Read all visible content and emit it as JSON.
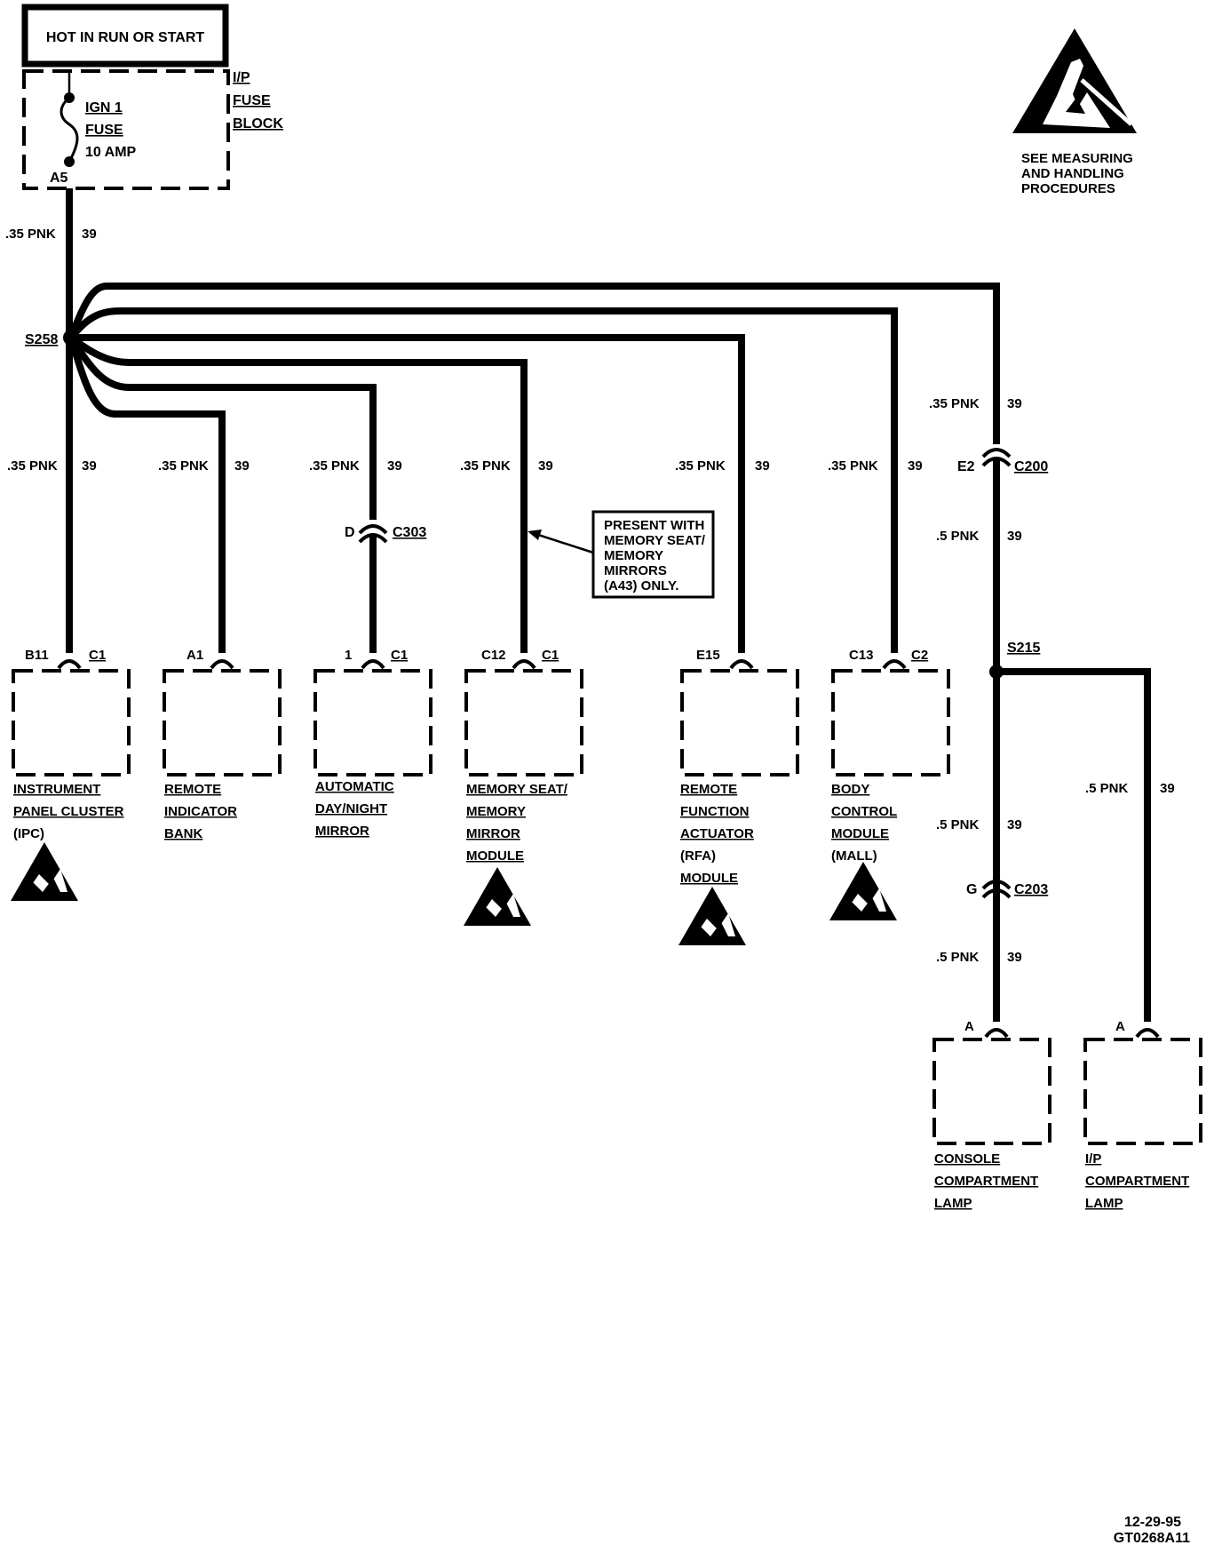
{
  "header": {
    "power_label": "HOT IN RUN OR START"
  },
  "fuse_block": {
    "title_lines": [
      "I/P",
      "FUSE",
      "BLOCK"
    ],
    "fuse_lines": [
      "IGN 1",
      "FUSE",
      "10 AMP"
    ],
    "terminal": "A5"
  },
  "esd_notice": {
    "lines": [
      "SEE MEASURING",
      "AND HANDLING",
      "PROCEDURES"
    ]
  },
  "wires": {
    "w035": ".35 PNK",
    "w05": ".5 PNK",
    "circuit": "39"
  },
  "splices": {
    "s258": "S258",
    "s215": "S215"
  },
  "connectors": {
    "c303": "C303",
    "c303_pin": "D",
    "c200": "C200",
    "c200_pin": "E2",
    "c203": "C203",
    "c203_pin": "G"
  },
  "note": {
    "lines": [
      "PRESENT WITH",
      "MEMORY SEAT/",
      "MEMORY",
      "MIRRORS",
      "(A43) ONLY."
    ]
  },
  "components": [
    {
      "pin": "B11",
      "conn": "C1",
      "lines": [
        "INSTRUMENT",
        "PANEL CLUSTER",
        "(IPC)"
      ]
    },
    {
      "pin": "A1",
      "conn": "",
      "lines": [
        "REMOTE",
        "INDICATOR",
        "BANK"
      ]
    },
    {
      "pin": "1",
      "conn": "C1",
      "lines": [
        "AUTOMATIC",
        "DAY/NIGHT",
        "MIRROR"
      ]
    },
    {
      "pin": "C12",
      "conn": "C1",
      "lines": [
        "MEMORY SEAT/",
        "MEMORY",
        "MIRROR",
        "MODULE"
      ]
    },
    {
      "pin": "E15",
      "conn": "",
      "lines": [
        "REMOTE",
        "FUNCTION",
        "ACTUATOR",
        "(RFA)",
        "MODULE"
      ]
    },
    {
      "pin": "C13",
      "conn": "C2",
      "lines": [
        "BODY",
        "CONTROL",
        "MODULE",
        "(MALL)"
      ]
    },
    {
      "pin": "A",
      "conn": "",
      "lines": [
        "CONSOLE",
        "COMPARTMENT",
        "LAMP"
      ]
    },
    {
      "pin": "A",
      "conn": "",
      "lines": [
        "I/P",
        "COMPARTMENT",
        "LAMP"
      ]
    }
  ],
  "footer": {
    "date": "12-29-95",
    "code": "GT0268A11"
  }
}
